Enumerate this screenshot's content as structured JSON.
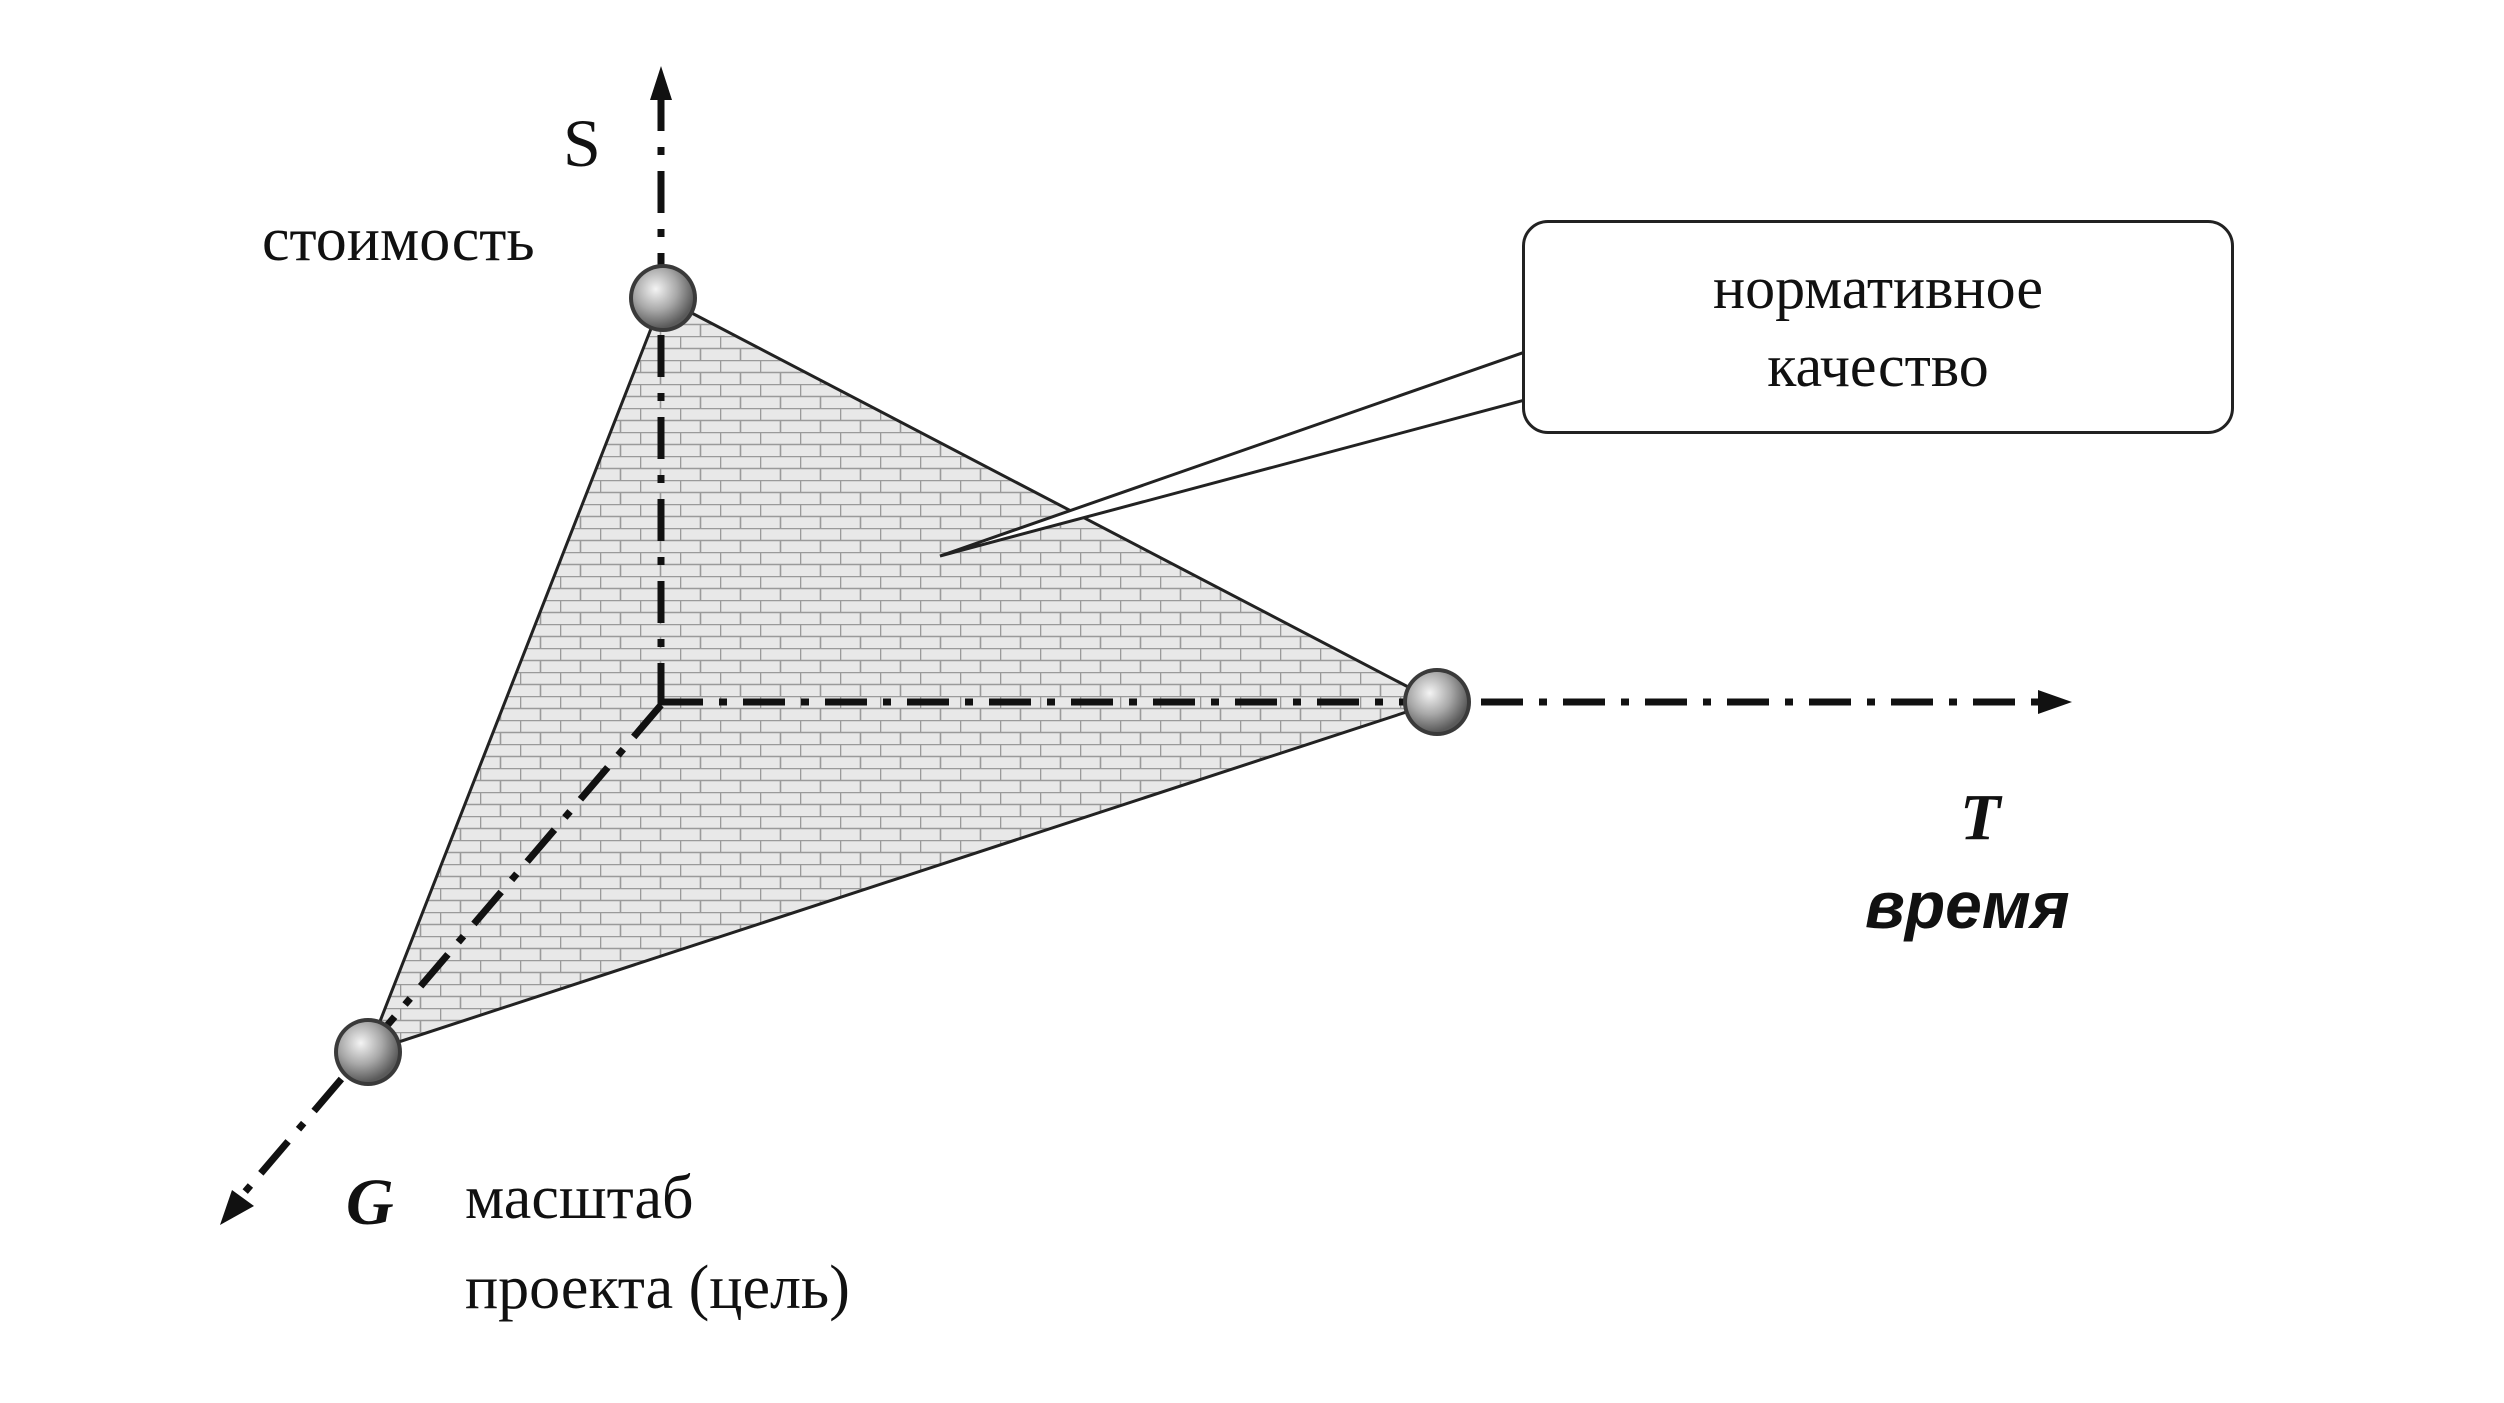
{
  "axes": {
    "s": {
      "letter": "S",
      "name": "стоимость"
    },
    "t": {
      "letter": "T",
      "name": "время"
    },
    "g": {
      "letter": "G",
      "name_line1": "масштаб",
      "name_line2": "проекта (цель)"
    }
  },
  "callout": {
    "line1": "нормативное",
    "line2": "качество"
  },
  "colors": {
    "ink": "#111111",
    "fill": "#e6e6e6",
    "brick": "#9a9a9a",
    "node": "#9c9c9c"
  }
}
